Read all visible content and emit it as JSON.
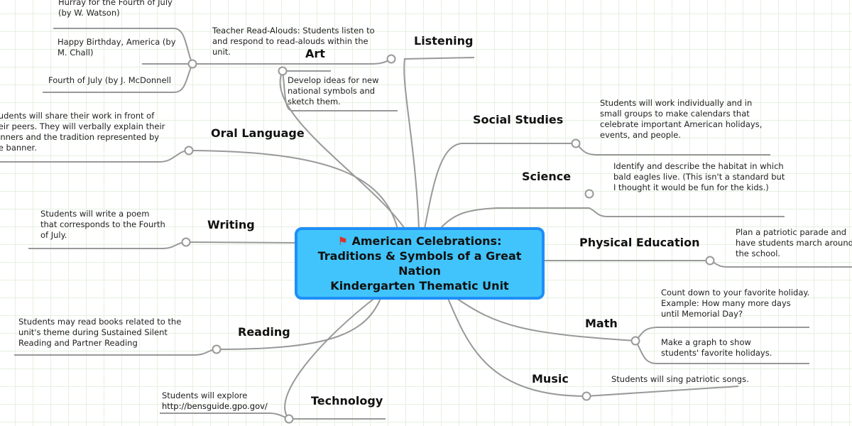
{
  "center": {
    "flag_icon": "red-flag",
    "line1": "American Celebrations:",
    "line2": "Traditions & Symbols of a Great Nation",
    "line3": "Kindergarten Thematic Unit"
  },
  "branches": {
    "listening": {
      "label": "Listening",
      "detail": "Teacher Read-Alouds: Students listen to and respond to read-alouds within the unit.",
      "books": [
        "Hurray for the Fourth of July (by W. Watson)",
        "Happy Birthday, America (by M. Chall)",
        "Fourth of July (by J. McDonnell"
      ]
    },
    "art": {
      "label": "Art",
      "detail": "Develop ideas for new national symbols and sketch them."
    },
    "oral": {
      "label": "Oral Language",
      "detail": "Students will share their work in front of their peers.  They will verbally explain their banners and the tradition represented by the banner."
    },
    "writing": {
      "label": "Writing",
      "detail": "Students will write a poem that corresponds to the Fourth of July."
    },
    "reading": {
      "label": "Reading",
      "detail": "Students may read books related to the unit's theme during Sustained Silent Reading and Partner Reading"
    },
    "technology": {
      "label": "Technology",
      "detail": "Students will explore",
      "link": "http://bensguide.gpo.gov/"
    },
    "social": {
      "label": "Social Studies",
      "detail": "Students will work individually and in small groups to make calendars that celebrate important American holidays, events, and people."
    },
    "science": {
      "label": "Science",
      "detail": "Identify and describe the habitat in which bald eagles live.   (This isn't a standard but I thought it would be fun for the kids.)"
    },
    "pe": {
      "label": "Physical Education",
      "detail": "Plan a patriotic parade and have students march around the school."
    },
    "math": {
      "label": "Math",
      "detail1": "Count down to your favorite holiday. Example: How many more days until Memorial Day?",
      "detail2": "Make a graph to show students' favorite holidays."
    },
    "music": {
      "label": "Music",
      "detail": "Students will sing patriotic songs."
    }
  }
}
